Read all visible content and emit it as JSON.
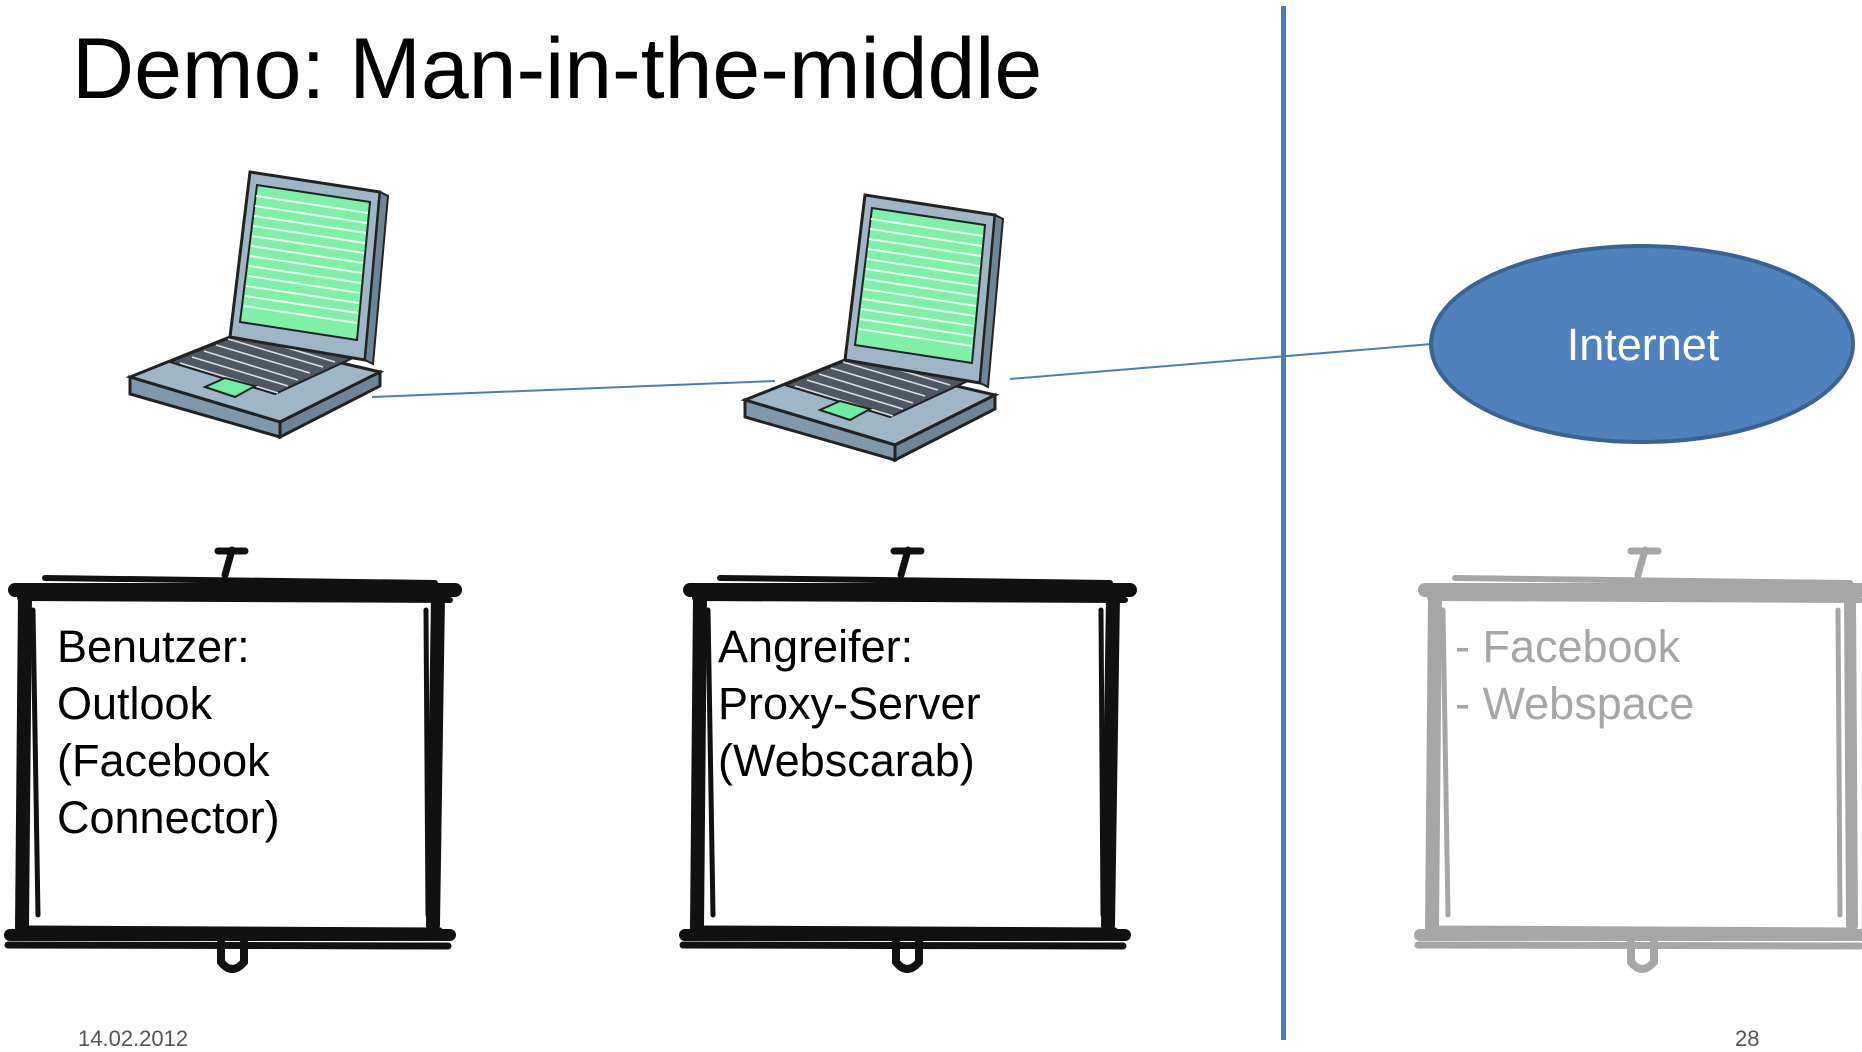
{
  "slide": {
    "title": "Demo: Man-in-the-middle",
    "footer_date": "14.02.2012",
    "page_number": "28"
  },
  "nodes": {
    "internet_label": "Internet"
  },
  "boards": [
    {
      "lines": [
        "Benutzer:",
        "Outlook",
        "(Facebook",
        "Connector)"
      ]
    },
    {
      "lines": [
        "Angreifer:",
        "Proxy-Server",
        "(Webscarab)"
      ]
    },
    {
      "lines": [
        "- Facebook",
        "- Webspace"
      ]
    }
  ],
  "colors": {
    "accent": "#4a7ebb",
    "screen_green": "#7ff0a8",
    "laptop_body": "#a7bccb",
    "board_black": "#111111",
    "board_grey": "#a6a6a6"
  }
}
